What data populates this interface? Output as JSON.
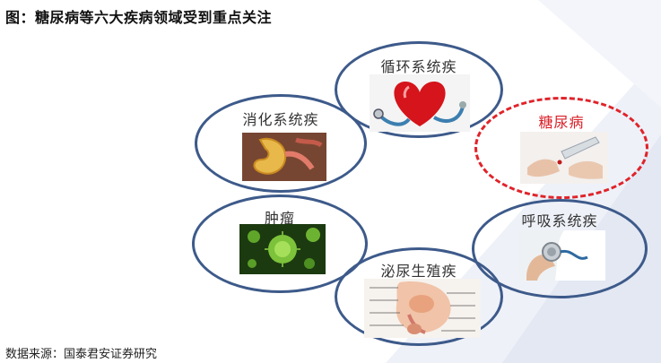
{
  "title": "图：糖尿病等六大疾病领域受到重点关注",
  "source": "数据来源：国泰君安证券研究",
  "diseases": [
    {
      "label": "循环系统疾",
      "image": "heart-stethoscope-icon",
      "outline": "solid"
    },
    {
      "label": "消化系统疾",
      "image": "stomach-icon",
      "outline": "solid"
    },
    {
      "label": "糖尿病",
      "image": "glucose-test-icon",
      "outline": "dashed"
    },
    {
      "label": "肿瘤",
      "image": "cancer-cell-icon",
      "outline": "solid"
    },
    {
      "label": "呼吸系统疾",
      "image": "stethoscope-icon",
      "outline": "solid"
    },
    {
      "label": "泌尿生殖疾",
      "image": "urogenital-anatomy-icon",
      "outline": "solid"
    }
  ],
  "colors": {
    "solid_outline": "#3d5a8a",
    "highlight_outline": "#e0232a",
    "highlight_text": "#d81e26",
    "background_accent": "#e8edf7"
  }
}
